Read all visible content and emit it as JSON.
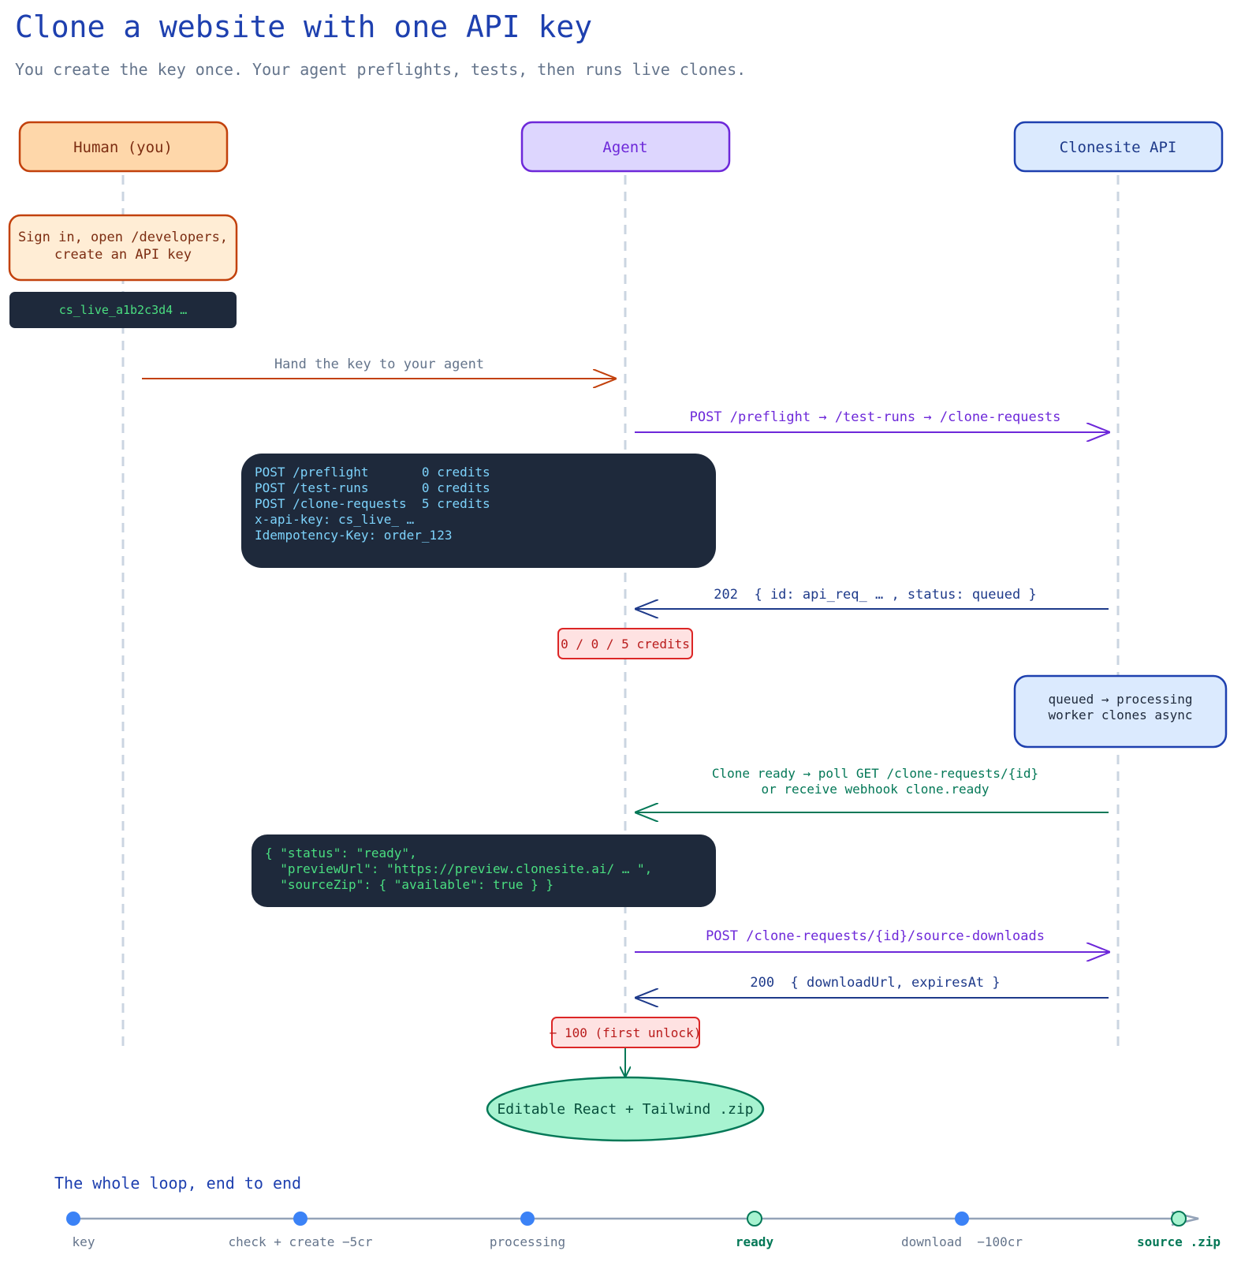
{
  "header": {
    "title": "Clone a website with one API key",
    "subtitle": "You create the key once. Your agent preflights, tests, then runs live clones."
  },
  "actors": {
    "human": "Human (you)",
    "agent": "Agent",
    "api": "Clonesite API"
  },
  "notes": {
    "signin": [
      "Sign in, open /developers,",
      "create an API key"
    ],
    "key": "cs_live_a1b2c3d4 …",
    "request_block": [
      "POST /preflight       0 credits",
      "POST /test-runs       0 credits",
      "POST /clone-requests  5 credits",
      "x-api-key: cs_live_ …",
      "Idempotency-Key: order_123"
    ],
    "credits_badge": "0 / 0 / 5 credits",
    "processing": [
      "queued → processing",
      "worker clones async"
    ],
    "ready_block": [
      "{ \"status\": \"ready\",",
      "  \"previewUrl\": \"https://preview.clonesite.ai/ … \",",
      "  \"sourceZip\": { \"available\": true } }"
    ],
    "unlock_badge": "− 100 (first unlock)",
    "result": "Editable React + Tailwind .zip"
  },
  "messages": {
    "hand_key": "Hand the key to your agent",
    "post_chain": "POST /preflight → /test-runs → /clone-requests",
    "response_202": "202  { id: api_req_ … , status: queued }",
    "clone_ready": [
      "Clone ready → poll GET /clone-requests/{id}",
      "or receive webhook clone.ready"
    ],
    "source_download": "POST /clone-requests/{id}/source-downloads",
    "response_200": "200  { downloadUrl, expiresAt }"
  },
  "timeline": {
    "title": "The whole loop, end to end",
    "steps": [
      "key",
      "check + create −5cr",
      "processing",
      "ready",
      "download  −100cr",
      "source .zip"
    ]
  },
  "colors": {
    "title": "#1e40af",
    "human": "#c2410c",
    "agent": "#6d28d9",
    "api": "#1e3a8a",
    "success": "#047857",
    "danger": "#b91c1c",
    "dark": "#1e293b"
  }
}
